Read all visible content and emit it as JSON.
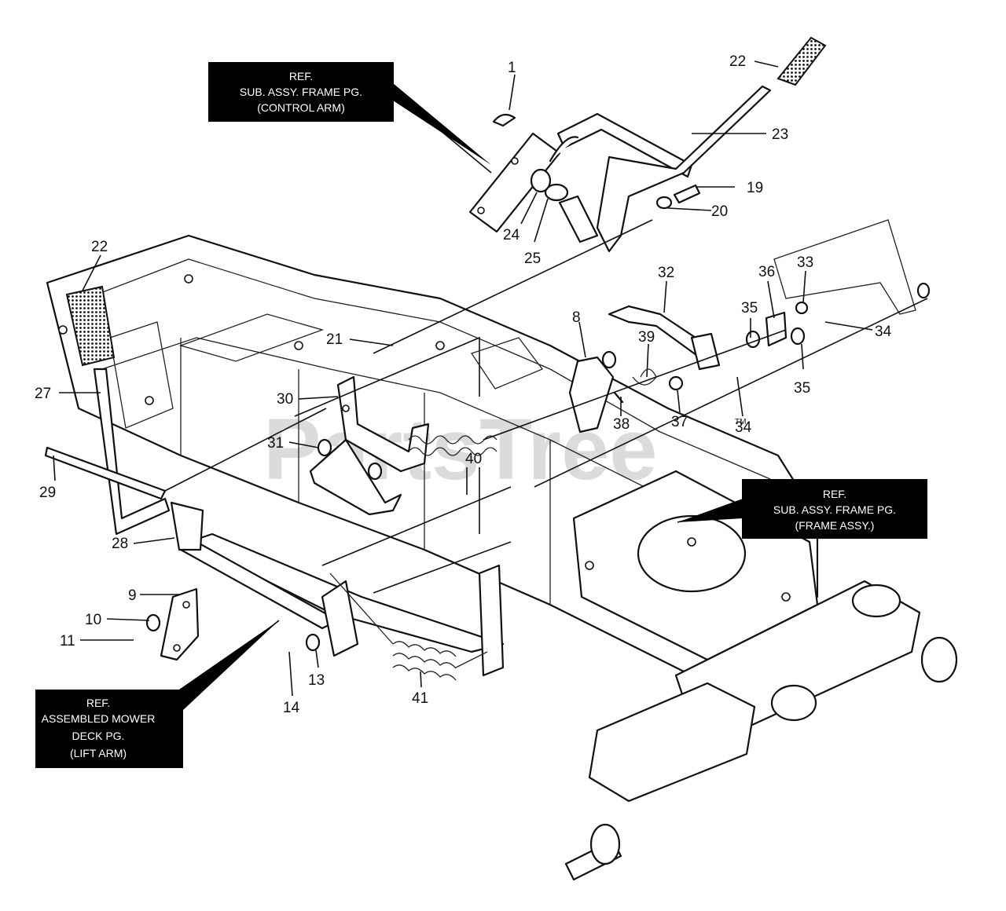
{
  "watermark": "PartsTree",
  "watermark_tm": "TM",
  "callouts": {
    "c1": "1",
    "c22a": "22",
    "c23": "23",
    "c19": "19",
    "c20": "20",
    "c24": "24",
    "c25": "25",
    "c22b": "22",
    "c32": "32",
    "c36": "36",
    "c33": "33",
    "c8": "8",
    "c39": "39",
    "c35a": "35",
    "c34a": "34",
    "c21": "21",
    "c27": "27",
    "c30": "30",
    "c35b": "35",
    "c38": "38",
    "c37": "37",
    "c34b": "34",
    "c31": "31",
    "c40": "40",
    "c29": "29",
    "c28": "28",
    "c9": "9",
    "c10": "10",
    "c11": "11",
    "c13": "13",
    "c14": "14",
    "c41": "41"
  },
  "ref_boxes": {
    "control_arm": [
      "REF.",
      "SUB. ASSY. FRAME PG.",
      "(CONTROL ARM)"
    ],
    "frame_assy": [
      "REF.",
      "SUB. ASSY. FRAME PG.",
      "(FRAME ASSY.)"
    ],
    "lift_arm": [
      "REF.",
      "ASSEMBLED MOWER",
      "DECK PG.",
      "(LIFT ARM)"
    ]
  },
  "colors": {
    "ink": "#111111",
    "ref_box": "#000000",
    "ref_text": "#ffffff",
    "watermark": "#cfcfcf"
  }
}
